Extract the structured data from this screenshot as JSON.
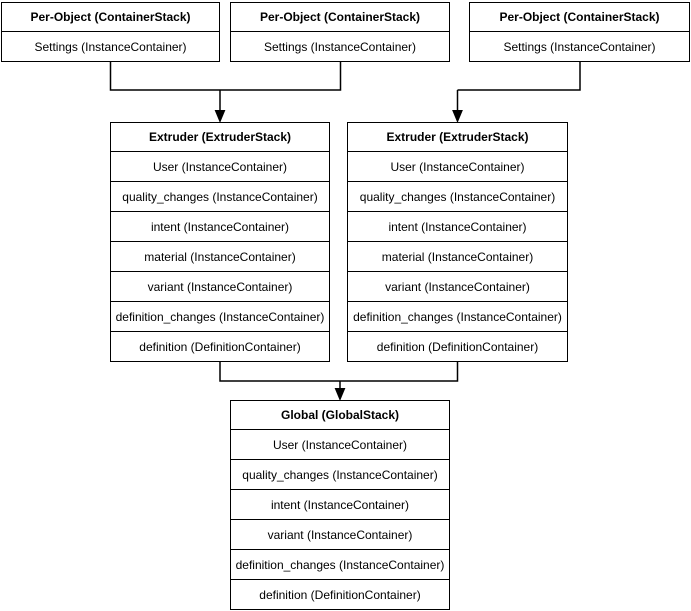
{
  "stacks": {
    "per_object": [
      {
        "title": "Per-Object (ContainerStack)",
        "rows": [
          "Settings (InstanceContainer)"
        ]
      },
      {
        "title": "Per-Object (ContainerStack)",
        "rows": [
          "Settings (InstanceContainer)"
        ]
      },
      {
        "title": "Per-Object (ContainerStack)",
        "rows": [
          "Settings (InstanceContainer)"
        ]
      }
    ],
    "extruder": [
      {
        "title": "Extruder (ExtruderStack)",
        "rows": [
          "User (InstanceContainer)",
          "quality_changes (InstanceContainer)",
          "intent (InstanceContainer)",
          "material (InstanceContainer)",
          "variant (InstanceContainer)",
          "definition_changes (InstanceContainer)",
          "definition (DefinitionContainer)"
        ]
      },
      {
        "title": "Extruder (ExtruderStack)",
        "rows": [
          "User (InstanceContainer)",
          "quality_changes (InstanceContainer)",
          "intent (InstanceContainer)",
          "material (InstanceContainer)",
          "variant (InstanceContainer)",
          "definition_changes (InstanceContainer)",
          "definition (DefinitionContainer)"
        ]
      }
    ],
    "global": {
      "title": "Global (GlobalStack)",
      "rows": [
        "User (InstanceContainer)",
        "quality_changes (InstanceContainer)",
        "intent (InstanceContainer)",
        "variant (InstanceContainer)",
        "definition_changes (InstanceContainer)",
        "definition (DefinitionContainer)"
      ]
    }
  },
  "colors": {
    "border": "#000000",
    "background": "#ffffff",
    "text": "#000000"
  }
}
